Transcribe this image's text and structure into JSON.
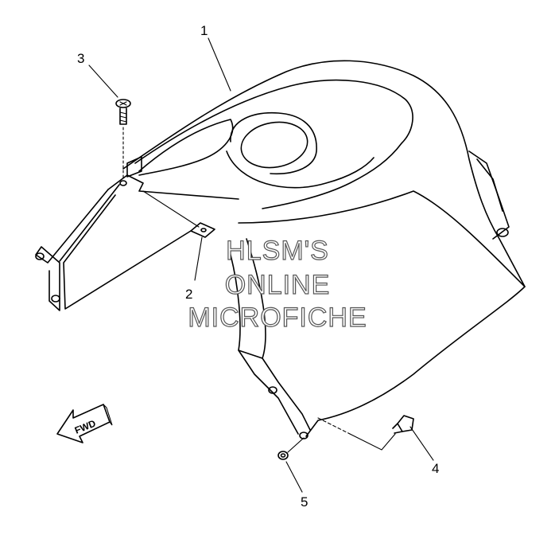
{
  "callouts": [
    {
      "label": "1"
    },
    {
      "label": "2"
    },
    {
      "label": "3"
    },
    {
      "label": "4"
    },
    {
      "label": "5"
    }
  ],
  "watermark": {
    "line1": "HLSM'S",
    "line2": "ONLINE",
    "line3": "MICROFICHE"
  },
  "direction_arrow": {
    "label": "FWD"
  }
}
